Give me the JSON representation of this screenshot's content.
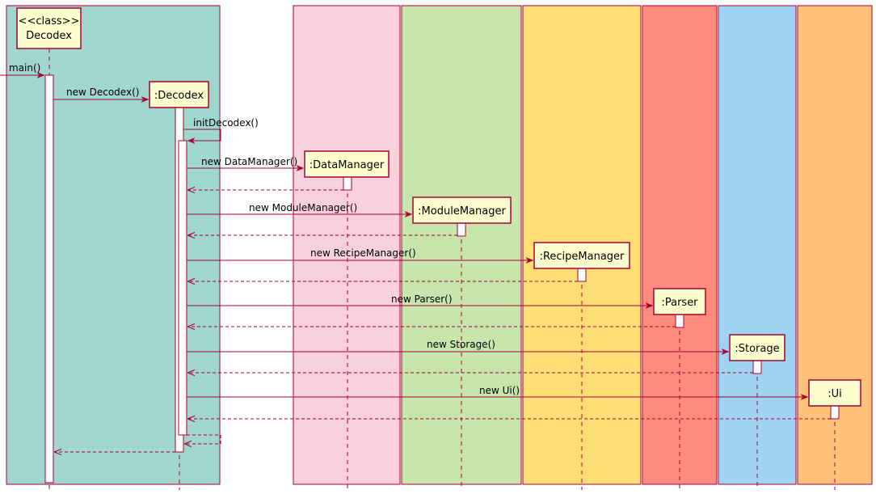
{
  "diagram": {
    "colors": {
      "arrow": "#a80036",
      "participant_fill": "#fefece",
      "lane_border": "#a80036"
    },
    "lanes": [
      {
        "id": "logic",
        "color": "#9fd7cf"
      },
      {
        "id": "data",
        "color": "#f9d1dd"
      },
      {
        "id": "module",
        "color": "#c7e6ab"
      },
      {
        "id": "recipe",
        "color": "#ffde76"
      },
      {
        "id": "parser",
        "color": "#ff8c7d"
      },
      {
        "id": "storage",
        "color": "#9ed3f2"
      },
      {
        "id": "ui",
        "color": "#ffc27a"
      }
    ],
    "participants": [
      {
        "id": "decodex-class",
        "stereotype": "<<class>>",
        "label": "Decodex"
      },
      {
        "id": "decodex",
        "label": ":Decodex"
      },
      {
        "id": "datamanager",
        "label": ":DataManager"
      },
      {
        "id": "modulemanager",
        "label": ":ModuleManager"
      },
      {
        "id": "recipemanager",
        "label": ":RecipeManager"
      },
      {
        "id": "parser",
        "label": ":Parser"
      },
      {
        "id": "storage",
        "label": ":Storage"
      },
      {
        "id": "ui",
        "label": ":Ui"
      }
    ],
    "messages": [
      {
        "id": "main",
        "label": "main()",
        "kind": "call"
      },
      {
        "id": "new-decodex",
        "label": "new Decodex()",
        "kind": "create"
      },
      {
        "id": "init-decodex",
        "label": "initDecodex()",
        "kind": "self"
      },
      {
        "id": "new-datamanager",
        "label": "new DataManager()",
        "kind": "create"
      },
      {
        "id": "return-datamanager",
        "label": "",
        "kind": "return"
      },
      {
        "id": "new-modulemanager",
        "label": "new ModuleManager()",
        "kind": "create"
      },
      {
        "id": "return-modulemanager",
        "label": "",
        "kind": "return"
      },
      {
        "id": "new-recipemanager",
        "label": "new RecipeManager()",
        "kind": "create"
      },
      {
        "id": "return-recipemanager",
        "label": "",
        "kind": "return"
      },
      {
        "id": "new-parser",
        "label": "new Parser()",
        "kind": "create"
      },
      {
        "id": "return-parser",
        "label": "",
        "kind": "return"
      },
      {
        "id": "new-storage",
        "label": "new Storage()",
        "kind": "create"
      },
      {
        "id": "return-storage",
        "label": "",
        "kind": "return"
      },
      {
        "id": "new-ui",
        "label": "new Ui()",
        "kind": "create"
      },
      {
        "id": "return-ui",
        "label": "",
        "kind": "return"
      },
      {
        "id": "return-init",
        "label": "",
        "kind": "self-return"
      },
      {
        "id": "return-decodex",
        "label": "",
        "kind": "return"
      }
    ]
  }
}
